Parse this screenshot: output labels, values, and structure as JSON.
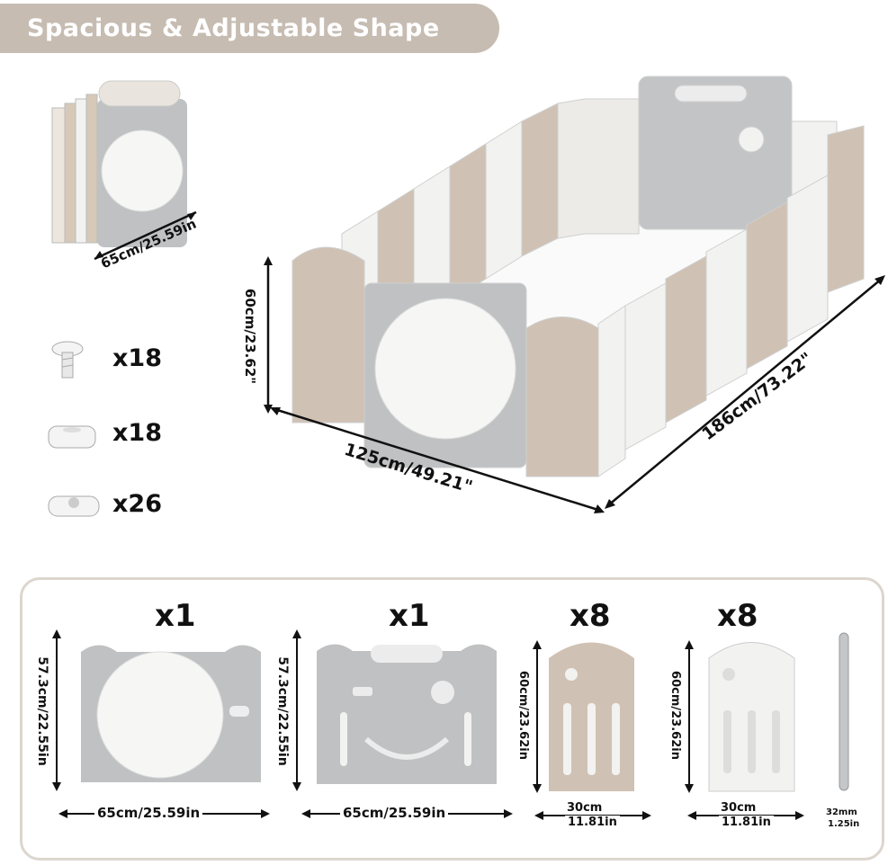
{
  "header": {
    "title": "Spacious & Adjustable Shape"
  },
  "folded": {
    "dimension": "65cm/25.59in"
  },
  "assembled": {
    "height": "60cm/23.62\"",
    "width": "125cm/49.21\"",
    "length": "186cm/73.22\""
  },
  "accessories": [
    {
      "icon": "screw-icon",
      "count": "x18"
    },
    {
      "icon": "base-pad-icon",
      "count": "x18"
    },
    {
      "icon": "connector-clip-icon",
      "count": "x26"
    }
  ],
  "parts": [
    {
      "name": "gate-panel",
      "qty": "x1",
      "height": "57.3cm/22.55in",
      "width": "65cm/25.59in"
    },
    {
      "name": "activity-panel",
      "qty": "x1",
      "height": "57.3cm/22.55in",
      "width": "65cm/25.59in"
    },
    {
      "name": "beige-panel",
      "qty": "x8",
      "height": "60cm/23.62in",
      "width_cm": "30cm",
      "width_in": "11.81in"
    },
    {
      "name": "white-panel",
      "qty": "x8",
      "height": "60cm/23.62in",
      "width_cm": "30cm",
      "width_in": "11.81in"
    },
    {
      "name": "connector-rod",
      "width_mm": "32mm",
      "width_in": "1.25in"
    }
  ],
  "colors": {
    "beige": "#cfc2b4",
    "grey": "#b9bbbd",
    "white": "#f2f2f0",
    "pill": "#c6bcb2"
  }
}
